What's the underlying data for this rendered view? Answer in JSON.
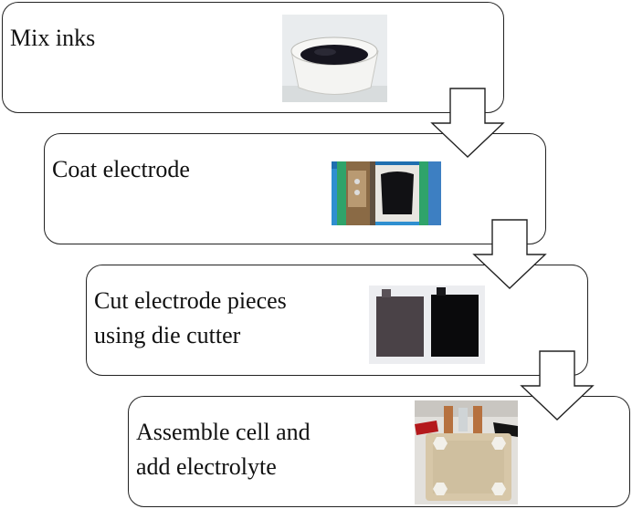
{
  "steps": [
    {
      "label": "Mix inks",
      "photo": "ink-bowl-photo"
    },
    {
      "label": "Coat electrode",
      "photo": "coating-machine-photo"
    },
    {
      "label": "Cut electrode pieces\nusing die cutter",
      "photo": "electrode-pieces-photo"
    },
    {
      "label": "Assemble cell and\nadd electrolyte",
      "photo": "assembled-cell-photo"
    }
  ],
  "colors": {
    "border": "#222222",
    "text": "#111111",
    "arrow_fill": "#ffffff"
  }
}
